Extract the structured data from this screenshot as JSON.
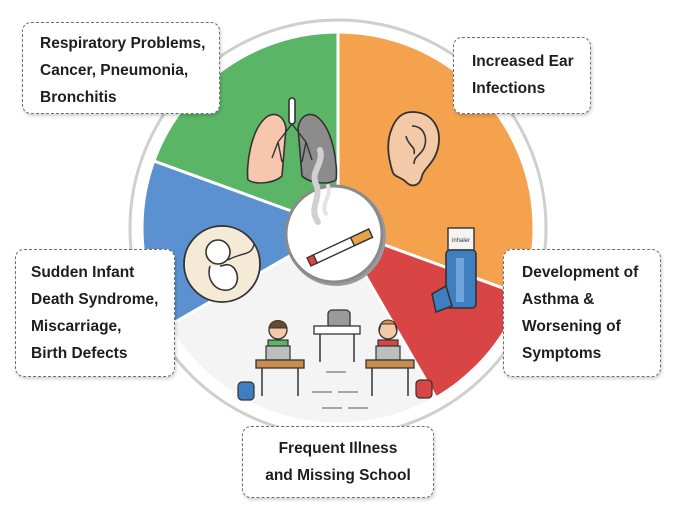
{
  "colors": {
    "green": "#5bb567",
    "orange": "#f5a24f",
    "red": "#d94545",
    "blue": "#5b91d0",
    "white_segment": "#f4f4f4"
  },
  "center_icon": "cigarette-smoke-icon",
  "segments": [
    {
      "color": "green",
      "icon": "lungs-icon"
    },
    {
      "color": "orange",
      "icon": "ear-icon"
    },
    {
      "color": "red",
      "icon": "inhaler-icon",
      "icon_text": "inhaler"
    },
    {
      "color": "white",
      "icon": "classroom-students-icon"
    },
    {
      "color": "blue",
      "icon": "fetus-icon"
    }
  ],
  "callouts": {
    "respiratory": {
      "lines": [
        "Respiratory Problems,",
        "Cancer, Pneumonia,",
        "Bronchitis"
      ]
    },
    "ear": {
      "lines": [
        "Increased Ear",
        "Infections"
      ]
    },
    "asthma": {
      "lines": [
        "Development of",
        "Asthma &",
        "Worsening of",
        "Symptoms"
      ]
    },
    "school": {
      "lines": [
        "Frequent Illness",
        "and Missing School"
      ]
    },
    "sids": {
      "lines": [
        "Sudden Infant",
        "Death Syndrome,",
        "Miscarriage,",
        "Birth Defects"
      ]
    }
  }
}
